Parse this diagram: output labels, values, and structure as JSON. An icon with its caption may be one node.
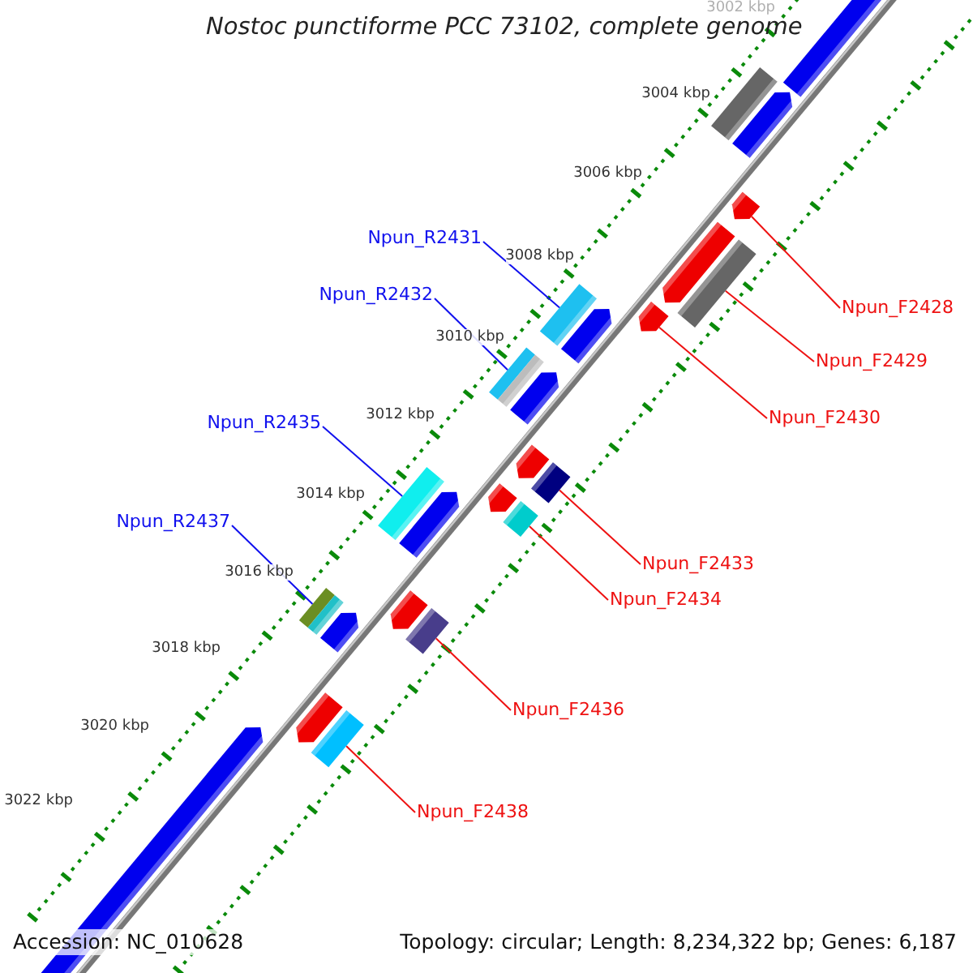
{
  "diagram": {
    "title": "Nostoc punctiforme PCC 73102, complete genome",
    "nodes": [
      {
        "text": [
          "Npun_R2431"
        ]
      },
      {
        "text": [
          "Npun_R2432"
        ]
      },
      {
        "text": [
          "Npun_R2435"
        ]
      },
      {
        "text": [
          "Npun_R2437"
        ]
      },
      {
        "text": [
          "Npun_F2428"
        ]
      },
      {
        "text": [
          "Npun_F2429"
        ]
      },
      {
        "text": [
          "Npun_F2430"
        ]
      },
      {
        "text": [
          "Npun_F2433"
        ]
      },
      {
        "text": [
          "Npun_F2434"
        ]
      },
      {
        "text": [
          "Npun_F2436"
        ]
      },
      {
        "text": [
          "Npun_F2438"
        ]
      },
      {
        "text": [],
        "shape": "bar"
      },
      {
        "text": [],
        "shape": "bar"
      },
      {
        "text": [],
        "shape": "bar"
      },
      {
        "text": [],
        "shape": "bar"
      },
      {
        "text": [],
        "shape": "bar"
      },
      {
        "text": [],
        "shape": "bar"
      },
      {
        "text": [],
        "shape": "bar"
      },
      {
        "text": [],
        "shape": "bar"
      },
      {
        "text": [],
        "shape": "bar"
      },
      {
        "text": [],
        "shape": "bar"
      },
      {
        "text": [],
        "shape": "bar"
      }
    ],
    "edges": [
      {
        "from": 0,
        "to": 11,
        "arrow": "none",
        "color": "#1010ee"
      },
      {
        "from": 1,
        "to": 12,
        "arrow": "none",
        "color": "#1010ee"
      },
      {
        "from": 2,
        "to": 13,
        "arrow": "none",
        "color": "#1010ee"
      },
      {
        "from": 3,
        "to": 14,
        "arrow": "none",
        "color": "#1010ee"
      },
      {
        "from": 4,
        "to": 15,
        "arrow": "none"
      },
      {
        "from": 5,
        "to": 16,
        "arrow": "none"
      },
      {
        "from": 6,
        "to": 17,
        "arrow": "none"
      },
      {
        "from": 7,
        "to": 18,
        "arrow": "none"
      },
      {
        "from": 8,
        "to": 19,
        "arrow": "none"
      },
      {
        "from": 9,
        "to": 20,
        "arrow": "none"
      },
      {
        "from": 10,
        "to": 21,
        "arrow": "none"
      }
    ],
    "labels": [
      "3002 kbp",
      "3004 kbp",
      "3006 kbp",
      "3008 kbp",
      "3010 kbp",
      "3012 kbp",
      "3014 kbp",
      "3016 kbp",
      "3018 kbp",
      "3020 kbp",
      "3022 kbp",
      "Accession: NC_010628",
      "Topology: circular; Length: 8,234,322 bp; Genes: 6,187"
    ]
  }
}
